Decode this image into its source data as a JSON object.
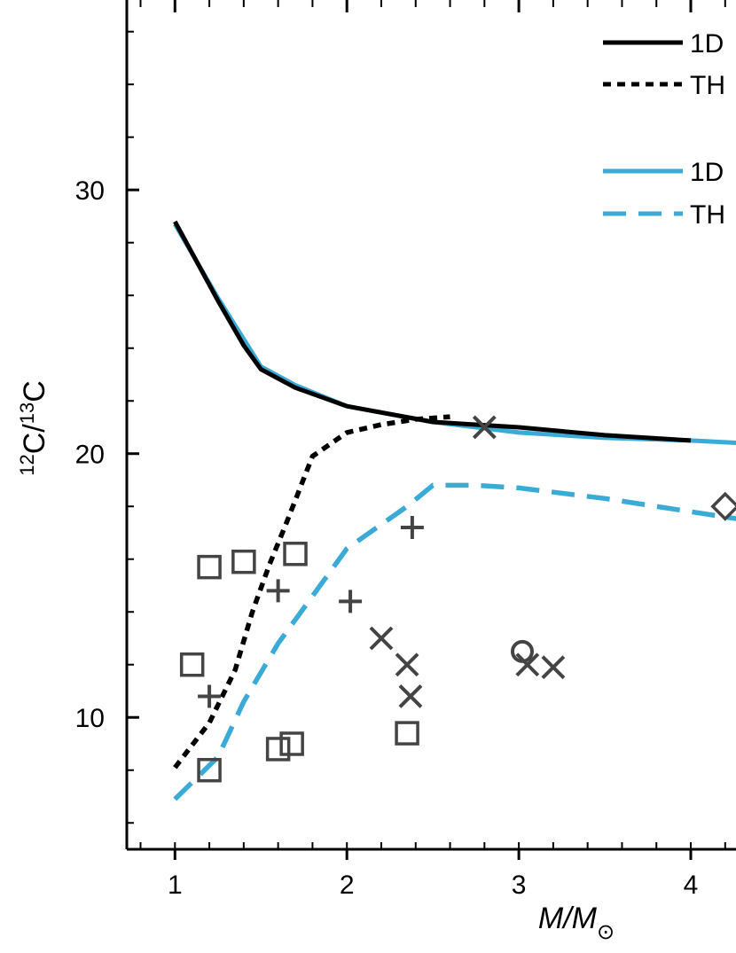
{
  "chart_data": {
    "type": "scatter",
    "xlabel": "M/M",
    "xlabel_subscript": "⊙",
    "ylabel_parts": [
      "12",
      "C/",
      "13",
      "C"
    ],
    "xlim": [
      0.72,
      4.33
    ],
    "ylim": [
      5.0,
      37.2
    ],
    "x_ticks": [
      1,
      2,
      3,
      4
    ],
    "x_tick_labels": [
      "1",
      "2",
      "3",
      "4"
    ],
    "y_ticks": [
      10,
      20,
      30
    ],
    "y_tick_labels": [
      "10",
      "20",
      "30"
    ],
    "x_minor_step": 0.2,
    "y_minor_step": 2,
    "grid": false,
    "legend_position": "top-right",
    "legend": [
      {
        "label": "1D",
        "color": "#000000",
        "style": "solid"
      },
      {
        "label": "TH",
        "color": "#000000",
        "style": "dotted"
      },
      {
        "label": "1D",
        "color": "#3aabd6",
        "style": "solid"
      },
      {
        "label": "TH",
        "color": "#3aabd6",
        "style": "dashed"
      }
    ],
    "series": [
      {
        "color": "#3aabd6",
        "style": "solid",
        "x": [
          1.0,
          1.25,
          1.5,
          1.7,
          2.0,
          2.5,
          3.0,
          3.5,
          4.0,
          4.3
        ],
        "y": [
          28.7,
          25.9,
          23.3,
          22.6,
          21.8,
          21.2,
          20.8,
          20.6,
          20.5,
          20.4
        ]
      },
      {
        "color": "#000000",
        "style": "solid",
        "x": [
          1.0,
          1.25,
          1.4,
          1.5,
          1.7,
          2.0,
          2.5,
          3.0,
          3.5,
          4.0
        ],
        "y": [
          28.8,
          25.8,
          24.1,
          23.2,
          22.5,
          21.8,
          21.2,
          21.0,
          20.7,
          20.5
        ]
      },
      {
        "color": "#000000",
        "style": "dotted",
        "x": [
          1.0,
          1.2,
          1.35,
          1.45,
          1.55,
          1.65,
          1.8,
          2.0,
          2.2,
          2.4,
          2.6
        ],
        "y": [
          8.1,
          9.8,
          11.8,
          14.0,
          15.8,
          17.4,
          19.9,
          20.8,
          21.1,
          21.3,
          21.4
        ]
      },
      {
        "color": "#3aabd6",
        "style": "dashed",
        "x": [
          1.0,
          1.25,
          1.4,
          1.6,
          1.8,
          2.0,
          2.35,
          2.5,
          2.75,
          3.0,
          3.5,
          4.0,
          4.3
        ],
        "y": [
          6.9,
          8.5,
          10.6,
          12.8,
          14.6,
          16.4,
          18.0,
          18.8,
          18.8,
          18.7,
          18.3,
          17.8,
          17.5
        ]
      }
    ],
    "observations": [
      {
        "marker": "square",
        "points": [
          [
            1.1,
            12.0
          ],
          [
            1.2,
            15.7
          ],
          [
            1.2,
            8.0
          ],
          [
            1.4,
            15.9
          ],
          [
            1.6,
            8.8
          ],
          [
            1.68,
            9.0
          ],
          [
            1.7,
            16.2
          ],
          [
            2.35,
            9.4
          ]
        ]
      },
      {
        "marker": "plus",
        "points": [
          [
            1.2,
            10.8
          ],
          [
            1.6,
            14.8
          ],
          [
            2.02,
            14.4
          ],
          [
            2.38,
            17.2
          ]
        ]
      },
      {
        "marker": "cross",
        "points": [
          [
            2.2,
            13.0
          ],
          [
            2.35,
            12.0
          ],
          [
            2.37,
            10.8
          ],
          [
            2.8,
            21.0
          ],
          [
            3.05,
            12.0
          ],
          [
            3.2,
            11.9
          ]
        ]
      },
      {
        "marker": "circle",
        "points": [
          [
            3.02,
            12.5
          ]
        ]
      },
      {
        "marker": "diamond",
        "points": [
          [
            4.2,
            18.0
          ]
        ]
      }
    ]
  }
}
